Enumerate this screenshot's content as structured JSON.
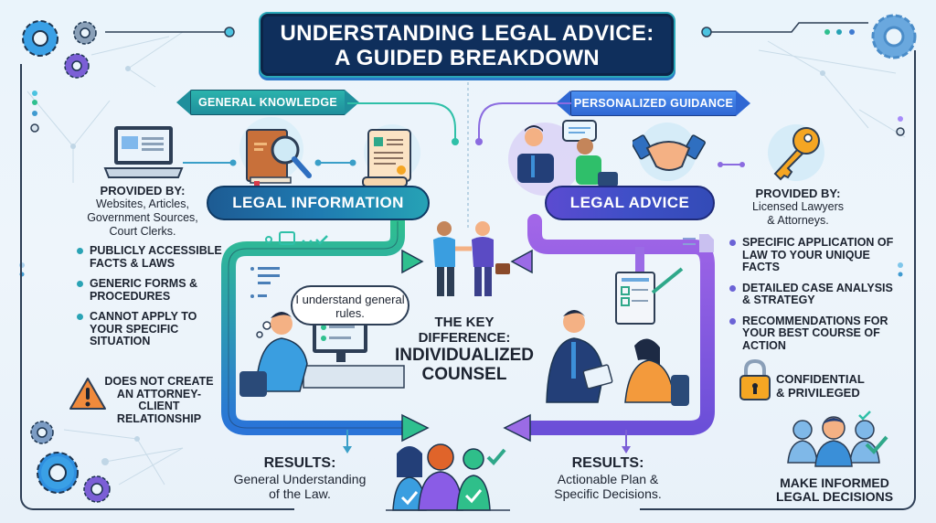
{
  "title": {
    "line1": "UNDERSTANDING LEGAL ADVICE:",
    "line2": "A GUIDED BREAKDOWN"
  },
  "left": {
    "ribbon": "GENERAL KNOWLEDGE",
    "banner": "LEGAL INFORMATION",
    "provided_by_label": "PROVIDED BY:",
    "provided_by_lines": [
      "Websites, Articles,",
      "Government Sources,",
      "Court Clerks."
    ],
    "bullets": [
      "PUBLICLY ACCESSIBLE FACTS & LAWS",
      "GENERIC FORMS & PROCEDURES",
      "CANNOT APPLY TO YOUR SPECIFIC SITUATION"
    ],
    "warning": "DOES NOT CREATE AN ATTORNEY-CLIENT RELATIONSHIP",
    "thought_bubble": "I understand general rules.",
    "results_label": "RESULTS:",
    "results_lines": [
      "General Understanding",
      "of the Law."
    ],
    "icons": [
      "laptop-icon",
      "book-magnifier-icon",
      "scroll-document-icon"
    ]
  },
  "right": {
    "ribbon": "PERSONALIZED GUIDANCE",
    "banner": "LEGAL ADVICE",
    "provided_by_label": "PROVIDED BY:",
    "provided_by_lines": [
      "Licensed Lawyers",
      "& Attorneys."
    ],
    "bullets": [
      "SPECIFIC APPLICATION OF LAW TO YOUR UNIQUE FACTS",
      "DETAILED CASE ANALYSIS & STRATEGY",
      "RECOMMENDATIONS FOR YOUR BEST COURSE OF ACTION"
    ],
    "confidential": [
      "CONFIDENTIAL",
      "& PRIVILEGED"
    ],
    "results_label": "RESULTS:",
    "results_lines": [
      "Actionable Plan &",
      "Specific Decisions."
    ],
    "outcome": [
      "MAKE INFORMED",
      "LEGAL DECISIONS"
    ],
    "icons": [
      "consultation-icon",
      "handshake-icon",
      "key-icon"
    ]
  },
  "center": {
    "line1": "THE KEY",
    "line2": "DIFFERENCE:",
    "line3": "INDIVIDUALIZED",
    "line4": "COUNSEL"
  },
  "colors": {
    "navy": "#0f2f5c",
    "teal": "#26a2b5",
    "green": "#2fc08f",
    "purple": "#8b5cf6",
    "indigo": "#3f4fc7",
    "warning": "#f08a3c",
    "gold": "#f5a623"
  }
}
